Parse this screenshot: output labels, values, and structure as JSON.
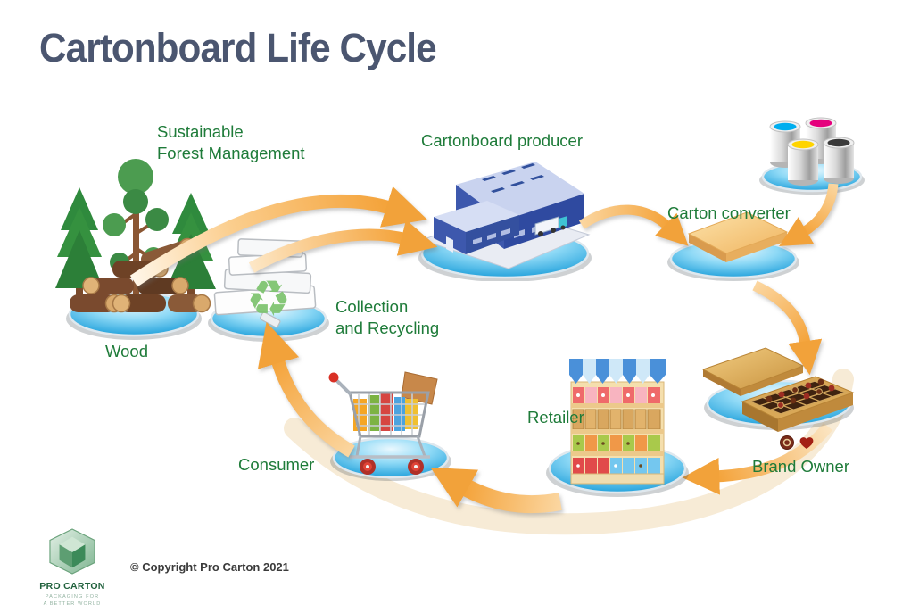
{
  "title": "Cartonboard Life Cycle",
  "stages": {
    "forest": {
      "label": "Sustainable\nForest Management"
    },
    "wood": {
      "label": "Wood"
    },
    "producer": {
      "label": "Cartonboard producer"
    },
    "converter": {
      "label": "Carton converter"
    },
    "brand_owner": {
      "label": "Brand Owner"
    },
    "retailer": {
      "label": "Retailer"
    },
    "consumer": {
      "label": "Consumer"
    },
    "recycling": {
      "label": "Collection\nand Recycling"
    }
  },
  "icons": {
    "recycle_symbol": "♻"
  },
  "footer": {
    "logo_name": "PRO CARTON",
    "logo_tagline": "PACKAGING FOR\nA BETTER WORLD",
    "copyright": "© Copyright Pro Carton 2021"
  },
  "colors": {
    "title": "#4B5670",
    "label_green": "#1E7B39",
    "arrow_orange": "#F2A23A",
    "platform_blue": "#149AD8",
    "ink_cyan": "#00AEEF",
    "ink_magenta": "#E5007D",
    "ink_yellow": "#FFD400",
    "ink_black": "#3A3A3A"
  }
}
